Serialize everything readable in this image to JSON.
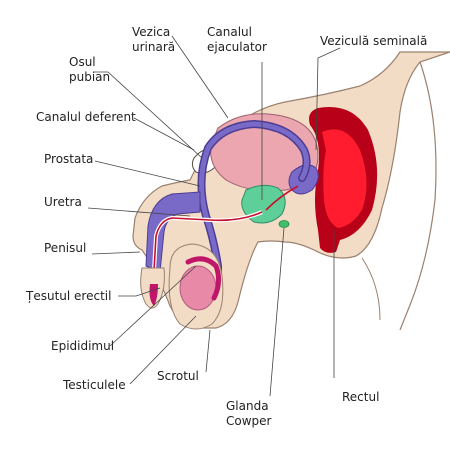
{
  "labels": {
    "vezica": [
      "Vezica",
      "urinară"
    ],
    "canalul_ejaculator": [
      "Canalul",
      "ejaculator"
    ],
    "vezicula_seminala": "Veziculă seminală",
    "osul_pubian": [
      "Osul",
      "pubian"
    ],
    "canalul_deferent": "Canalul deferent",
    "prostata": "Prostata",
    "uretra": "Uretra",
    "penisul": "Penisul",
    "tesutul_erectil": "Țesutul erectil",
    "epididimul": "Epididimul",
    "testiculele": "Testiculele",
    "scrotul": "Scrotul",
    "glanda_cowper": [
      "Glanda",
      "Cowper"
    ],
    "rectul": "Rectul"
  },
  "colors": {
    "skin": "#f3dcc5",
    "skin_outline": "#9a8170",
    "bladder": "#eba6b0",
    "vas_deferens": "#7a6ac8",
    "seminal_vesicle": "#7a6ac8",
    "prostate": "#5fcf9a",
    "rectum_dark": "#b80018",
    "rectum_light": "#ff1c2e",
    "erectile_tissue": "#c0166a",
    "urethra": "#c8102e",
    "testis": "#e889a8",
    "bone": "#ffffff"
  }
}
